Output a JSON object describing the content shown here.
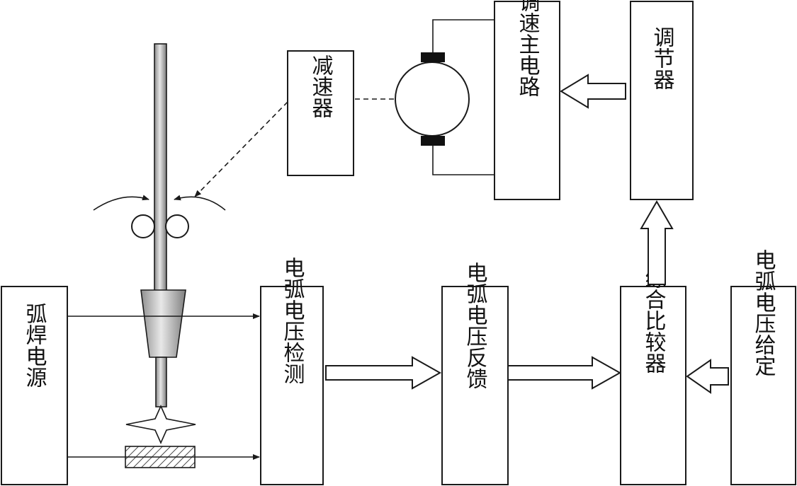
{
  "blocks": {
    "reducer": "减速器",
    "speed_main_circuit": "调速主电路",
    "regulator": "调节器",
    "arc_power_source": "弧焊电源",
    "arc_voltage_detection": "电弧电压检测",
    "arc_voltage_feedback": "电弧电压反馈",
    "comparator": "综合比较器",
    "arc_voltage_setting": "电弧电压给定"
  }
}
